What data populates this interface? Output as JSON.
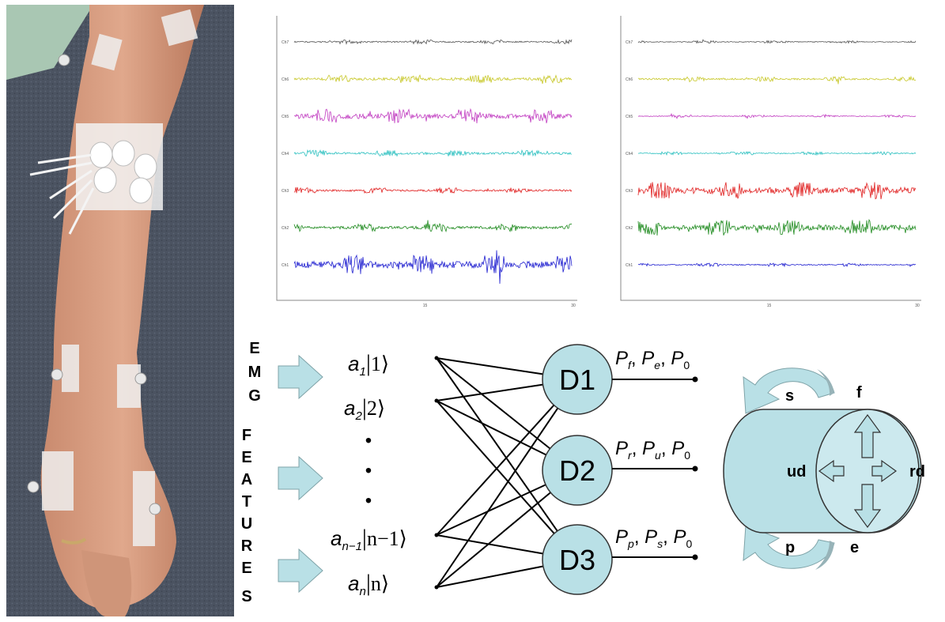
{
  "emg_charts": [
    {
      "channels": [
        {
          "label": "Ch7",
          "color": "#555555",
          "amplitude": 2.5
        },
        {
          "label": "Ch6",
          "color": "#c8c82a",
          "amplitude": 5
        },
        {
          "label": "Ch5",
          "color": "#c03ac0",
          "amplitude": 9
        },
        {
          "label": "Ch4",
          "color": "#2cc0c0",
          "amplitude": 4
        },
        {
          "label": "Ch3",
          "color": "#e02020",
          "amplitude": 3.5
        },
        {
          "label": "Ch2",
          "color": "#1e8a1e",
          "amplitude": 5
        },
        {
          "label": "Ch1",
          "color": "#2020d0",
          "amplitude": 12
        }
      ],
      "x_ticks": [
        "15",
        "30"
      ]
    },
    {
      "channels": [
        {
          "label": "Ch7",
          "color": "#555555",
          "amplitude": 1.5
        },
        {
          "label": "Ch6",
          "color": "#c8c82a",
          "amplitude": 3
        },
        {
          "label": "Ch5",
          "color": "#c03ac0",
          "amplitude": 1.5
        },
        {
          "label": "Ch4",
          "color": "#2cc0c0",
          "amplitude": 2
        },
        {
          "label": "Ch3",
          "color": "#e02020",
          "amplitude": 11
        },
        {
          "label": "Ch2",
          "color": "#1e8a1e",
          "amplitude": 10
        },
        {
          "label": "Ch1",
          "color": "#2020d0",
          "amplitude": 2
        }
      ],
      "x_ticks": [
        "15",
        "30"
      ]
    }
  ],
  "emg_letters": [
    "E",
    "M",
    "G"
  ],
  "features_letters": [
    "F",
    "E",
    "A",
    "T",
    "U",
    "R",
    "E",
    "S"
  ],
  "inputs": [
    {
      "a": "a",
      "sub": "1",
      "ket": "1"
    },
    {
      "a": "a",
      "sub": "2",
      "ket": "2"
    },
    {
      "a": "a",
      "sub": "n−1",
      "ket": "n−1"
    },
    {
      "a": "a",
      "sub": "n",
      "ket": "n"
    }
  ],
  "dots": [
    "•",
    "•",
    "•"
  ],
  "decoders": [
    {
      "label": "D1",
      "outputs": [
        {
          "p": "P",
          "sub": "f"
        },
        {
          "p": "P",
          "sub": "e"
        },
        {
          "p": "P",
          "sub": "0"
        }
      ]
    },
    {
      "label": "D2",
      "outputs": [
        {
          "p": "P",
          "sub": "r"
        },
        {
          "p": "P",
          "sub": "u"
        },
        {
          "p": "P",
          "sub": "0"
        }
      ]
    },
    {
      "label": "D3",
      "outputs": [
        {
          "p": "P",
          "sub": "p"
        },
        {
          "p": "P",
          "sub": "s"
        },
        {
          "p": "P",
          "sub": "0"
        }
      ]
    }
  ],
  "wrist_labels": {
    "s": "s",
    "f": "f",
    "ud": "ud",
    "rd": "rd",
    "p": "p",
    "e": "e"
  },
  "colors": {
    "node_fill": "#b9e0e6",
    "arrow_fill": "#b9e0e6",
    "arrow_dark": "#97b3b8"
  }
}
